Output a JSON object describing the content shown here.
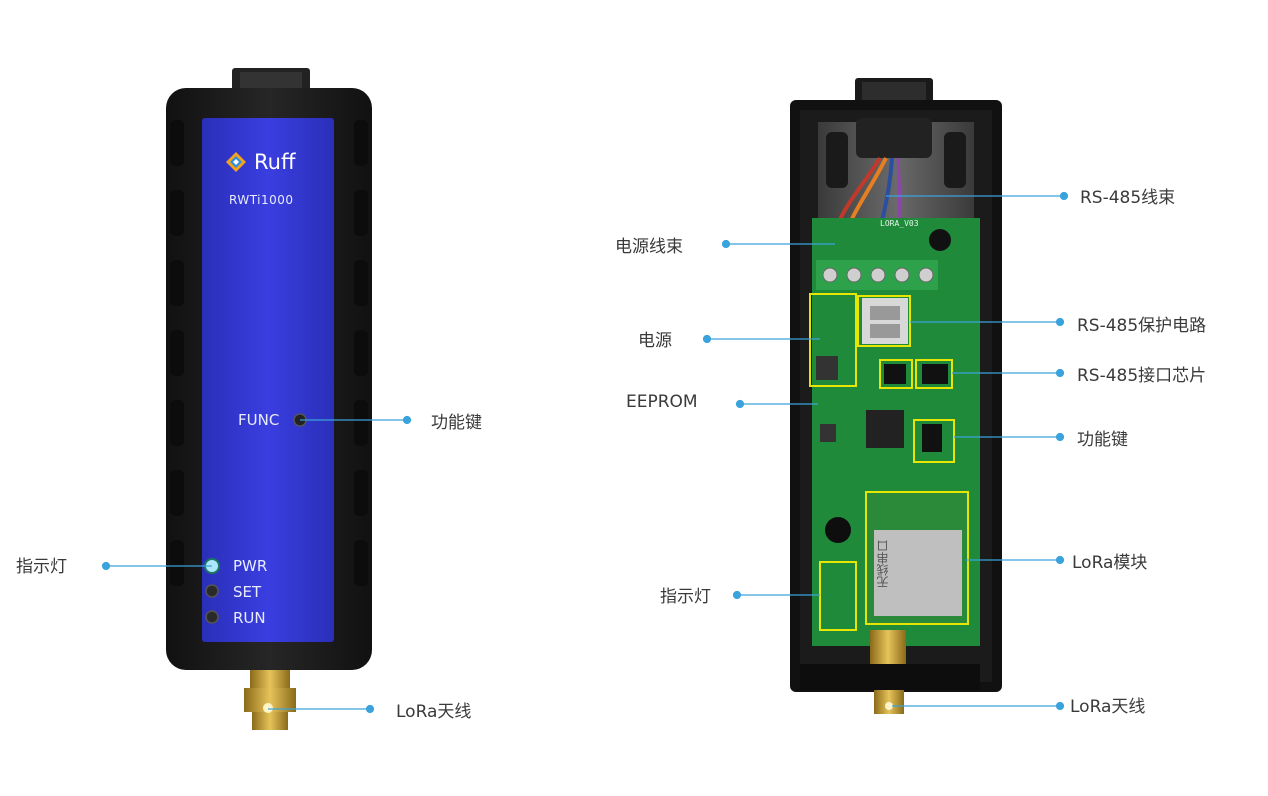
{
  "device": {
    "brand": "Ruff",
    "model": "RWTi1000",
    "func_label": "FUNC",
    "led_labels": [
      "PWR",
      "SET",
      "RUN"
    ]
  },
  "board": {
    "silkscreen": "LORA_V03",
    "module_text": "无线串口"
  },
  "left_callouts": {
    "func_key": "功能键",
    "indicator": "指示灯",
    "antenna": "LoRa天线"
  },
  "right_callouts": {
    "rs485_harness": "RS-485线束",
    "power_harness": "电源线束",
    "power": "电源",
    "rs485_protect": "RS-485保护电路",
    "rs485_chip": "RS-485接口芯片",
    "eeprom": "EEPROM",
    "func_key": "功能键",
    "lora_module": "LoRa模块",
    "indicator": "指示灯",
    "antenna": "LoRa天线"
  },
  "colors": {
    "callout_line": "#3aa3dc",
    "device_panel": "#2b33c8",
    "case": "#1c1c1c",
    "pcb": "#1f8a3a",
    "highlight_box": "#e6e600"
  }
}
